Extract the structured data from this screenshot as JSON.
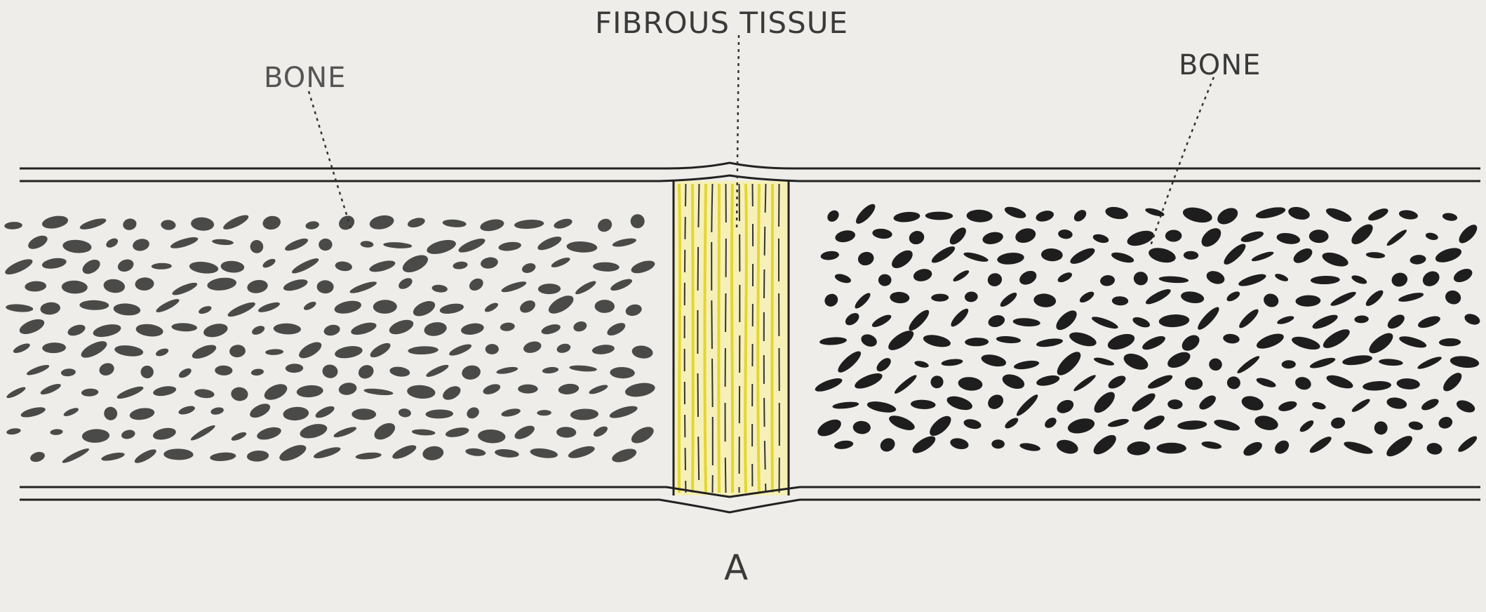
{
  "labels": {
    "fibrous_tissue": "FIBROUS TISSUE",
    "bone_left": "BONE",
    "bone_right": "BONE",
    "figure_letter": "A"
  },
  "colors": {
    "background": "#eeedea",
    "ink": "#222222",
    "bone_cells_left": "#4a4a48",
    "bone_cells_right": "#1e1e1e",
    "fiber_yellow": "#e3d633",
    "fiber_band_bg": "#f6f0b8"
  }
}
